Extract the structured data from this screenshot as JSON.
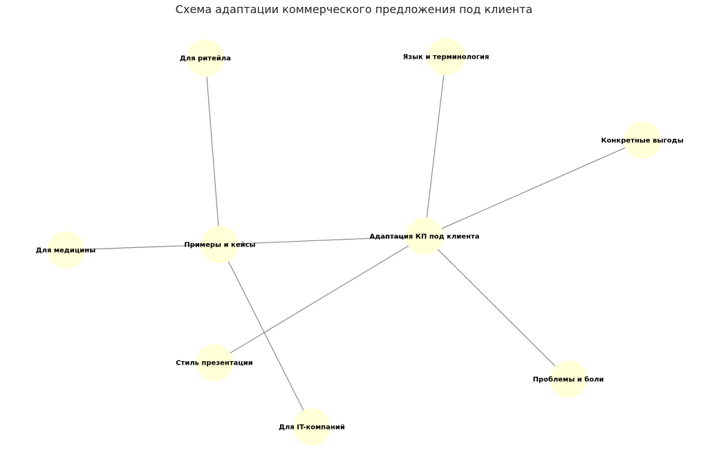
{
  "title": "Схема адаптации коммерческого предложения под клиента",
  "colors": {
    "node_fill": "#ffffd8",
    "edge": "#8a8a8a",
    "label": "#000000"
  },
  "nodes": [
    {
      "id": "center",
      "label": "Адаптация КП под клиента"
    },
    {
      "id": "lang",
      "label": "Язык и терминология"
    },
    {
      "id": "benefits",
      "label": "Конкретные выгоды"
    },
    {
      "id": "problems",
      "label": "Проблемы и боли"
    },
    {
      "id": "style",
      "label": "Стиль презентации"
    },
    {
      "id": "cases",
      "label": "Примеры и кейсы"
    },
    {
      "id": "retail",
      "label": "Для ритейла"
    },
    {
      "id": "medicine",
      "label": "Для медицины"
    },
    {
      "id": "it",
      "label": "Для IT-компаний"
    }
  ],
  "edges": [
    [
      "center",
      "lang"
    ],
    [
      "center",
      "benefits"
    ],
    [
      "center",
      "problems"
    ],
    [
      "center",
      "style"
    ],
    [
      "center",
      "cases"
    ],
    [
      "cases",
      "retail"
    ],
    [
      "cases",
      "medicine"
    ],
    [
      "cases",
      "it"
    ]
  ]
}
